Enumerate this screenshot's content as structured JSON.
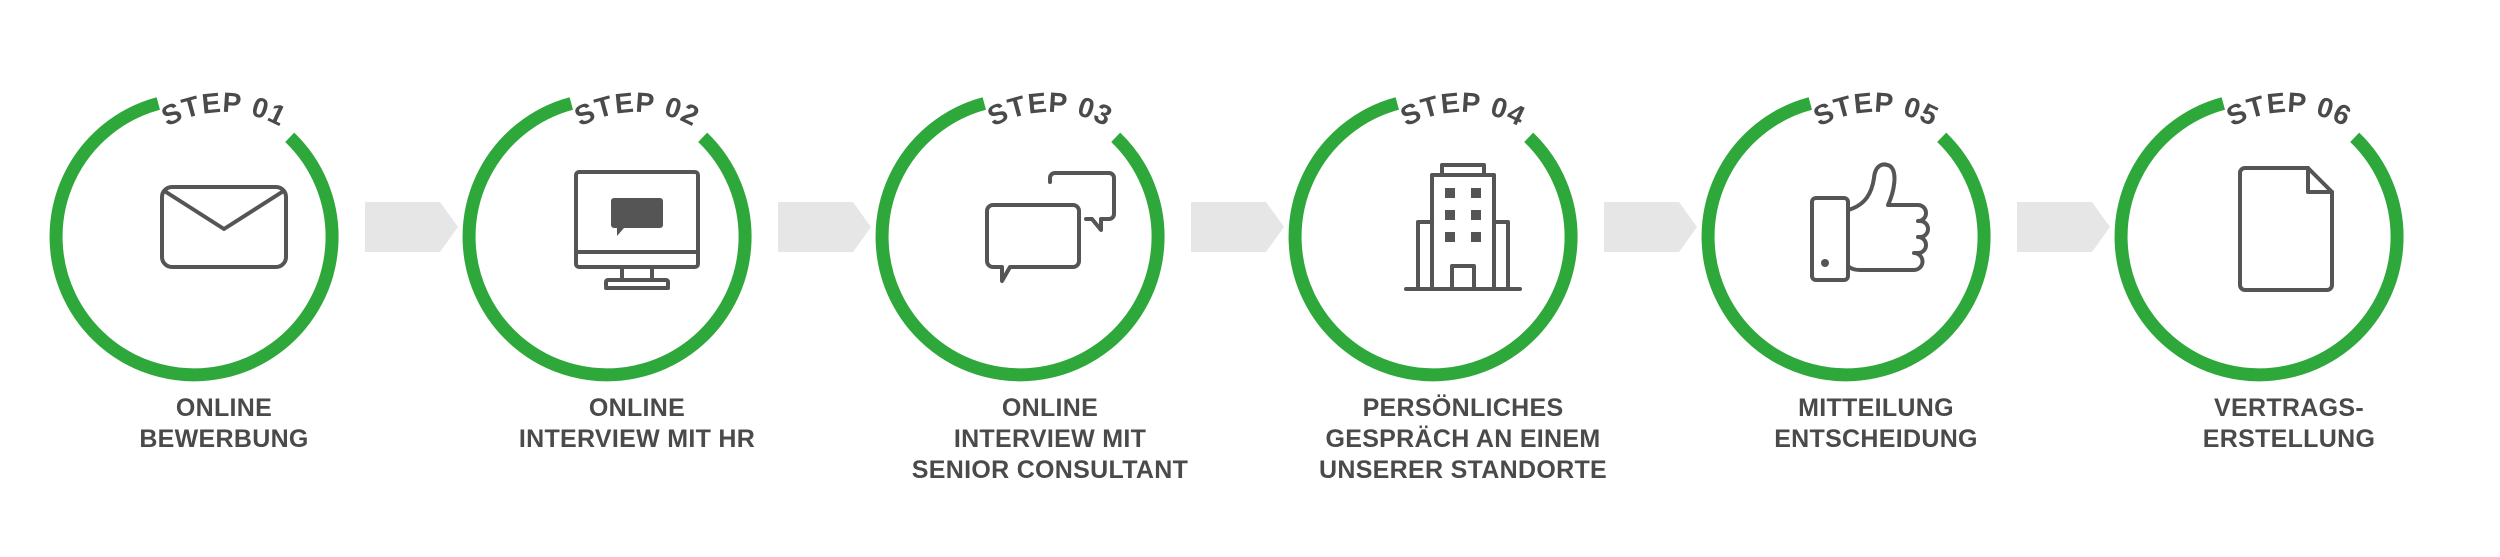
{
  "steps": [
    {
      "badge": "STEP 01",
      "icon": "envelope-icon",
      "lines": [
        "ONLINE",
        "BEWERBUNG"
      ]
    },
    {
      "badge": "STEP 02",
      "icon": "monitor-chat-icon",
      "lines": [
        "ONLINE",
        "INTERVIEW MIT HR"
      ]
    },
    {
      "badge": "STEP 03",
      "icon": "chat-bubbles-icon",
      "lines": [
        "ONLINE",
        "INTERVIEW MIT",
        "SENIOR CONSULTANT"
      ]
    },
    {
      "badge": "STEP 04",
      "icon": "office-building-icon",
      "lines": [
        "PERSÖNLICHES",
        "GESPRÄCH AN EINEM",
        "UNSERER STANDORTE"
      ]
    },
    {
      "badge": "STEP 05",
      "icon": "thumbs-up-icon",
      "lines": [
        "MITTEILUNG",
        "ENTSCHEIDUNG"
      ]
    },
    {
      "badge": "STEP 06",
      "icon": "document-icon",
      "lines": [
        "VERTRAGS-",
        "ERSTELLUNG"
      ]
    }
  ],
  "colors": {
    "ring": "#2ea83b",
    "icon": "#555555",
    "text": "#4a4a4a",
    "arrow": "#e6e6e6",
    "icon_fill": "#555555"
  }
}
